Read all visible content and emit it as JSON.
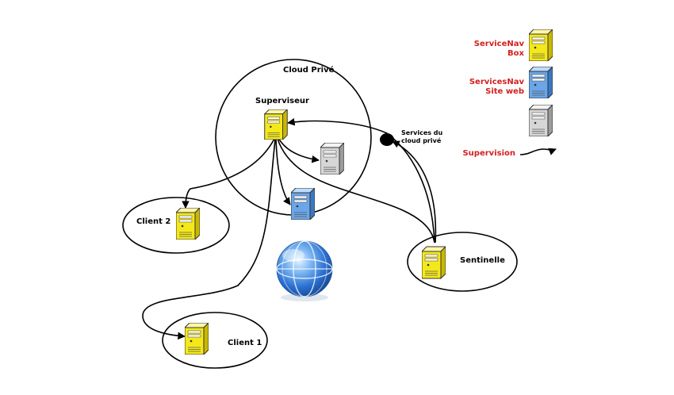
{
  "diagram": {
    "cloud_label": "Cloud Privé",
    "supervisor_label": "Superviseur",
    "services_label_line1": "Services du",
    "services_label_line2": "cloud privé",
    "client2_label": "Client 2",
    "client1_label": "Client 1",
    "sentinel_label": "Sentinelle"
  },
  "legend": {
    "box_line1": "ServiceNav",
    "box_line2": "Box",
    "web_line1": "ServicesNav",
    "web_line2": "Site web",
    "supervision_label": "Supervision"
  },
  "colors": {
    "legend_text": "#d42020",
    "box_server": "#f4e81a",
    "web_server": "#6aa6e8",
    "generic_server": "#d6d6d6",
    "globe": "#3a7fd8"
  },
  "icons": {
    "box_server": "yellow-server-icon",
    "web_server": "blue-server-icon",
    "generic_server": "gray-server-icon",
    "globe": "globe-icon"
  }
}
